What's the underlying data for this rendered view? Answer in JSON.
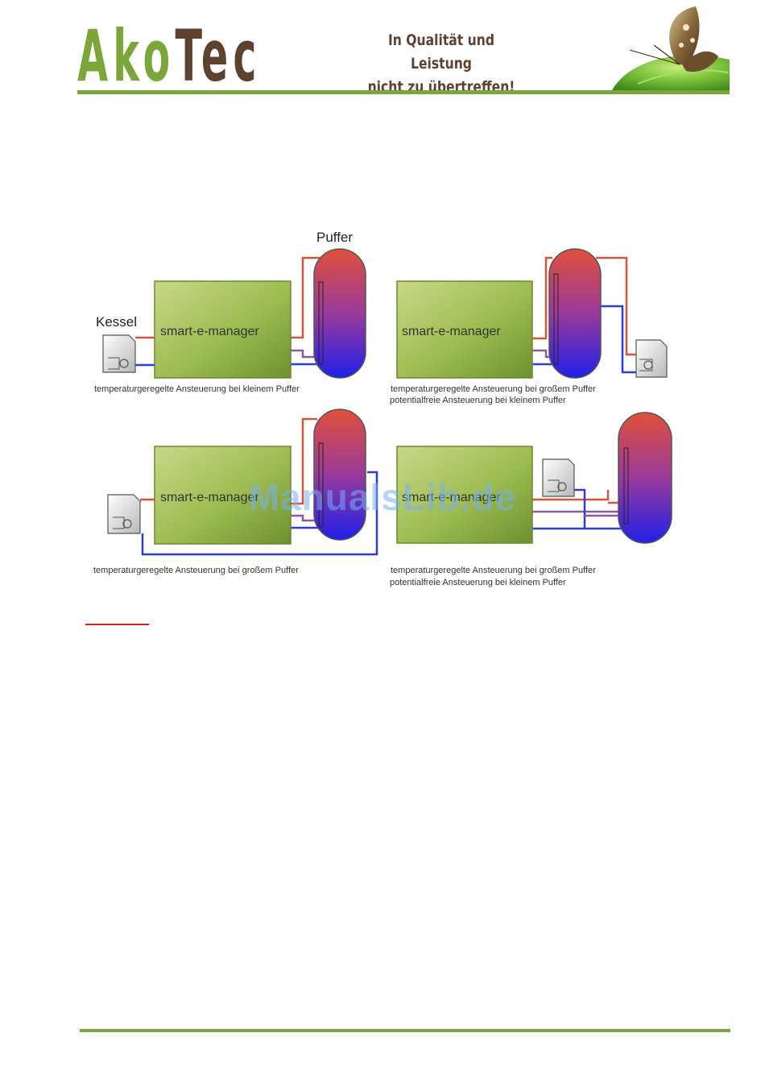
{
  "header": {
    "logo": {
      "part1": "Ako",
      "part2": "Tec"
    },
    "slogan": {
      "line1": "In Qualität und Leistung",
      "line2": "nicht zu übertreffen!"
    }
  },
  "diagram": {
    "labels": {
      "puffer": "Puffer",
      "kessel": "Kessel",
      "manager": "smart-e-manager"
    },
    "captions": {
      "top_left": "temperaturgeregelte Ansteuerung bei kleinem Puffer",
      "top_right_1": "temperaturgeregelte Ansteuerung bei großem Puffer",
      "top_right_2": "potentialfreie Ansteuerung bei kleinem Puffer",
      "bottom_left": "temperaturgeregelte Ansteuerung bei großem Puffer",
      "bottom_right_1": "temperaturgeregelte Ansteuerung bei großem Puffer",
      "bottom_right_2": "potentialfreie Ansteuerung bei kleinem Puffer"
    },
    "colors": {
      "supply": "#d6543a",
      "return": "#2a3fd8",
      "signal": "#8a5aa0",
      "box": "#9cbc50"
    }
  },
  "watermark": "ManualsLib.de"
}
